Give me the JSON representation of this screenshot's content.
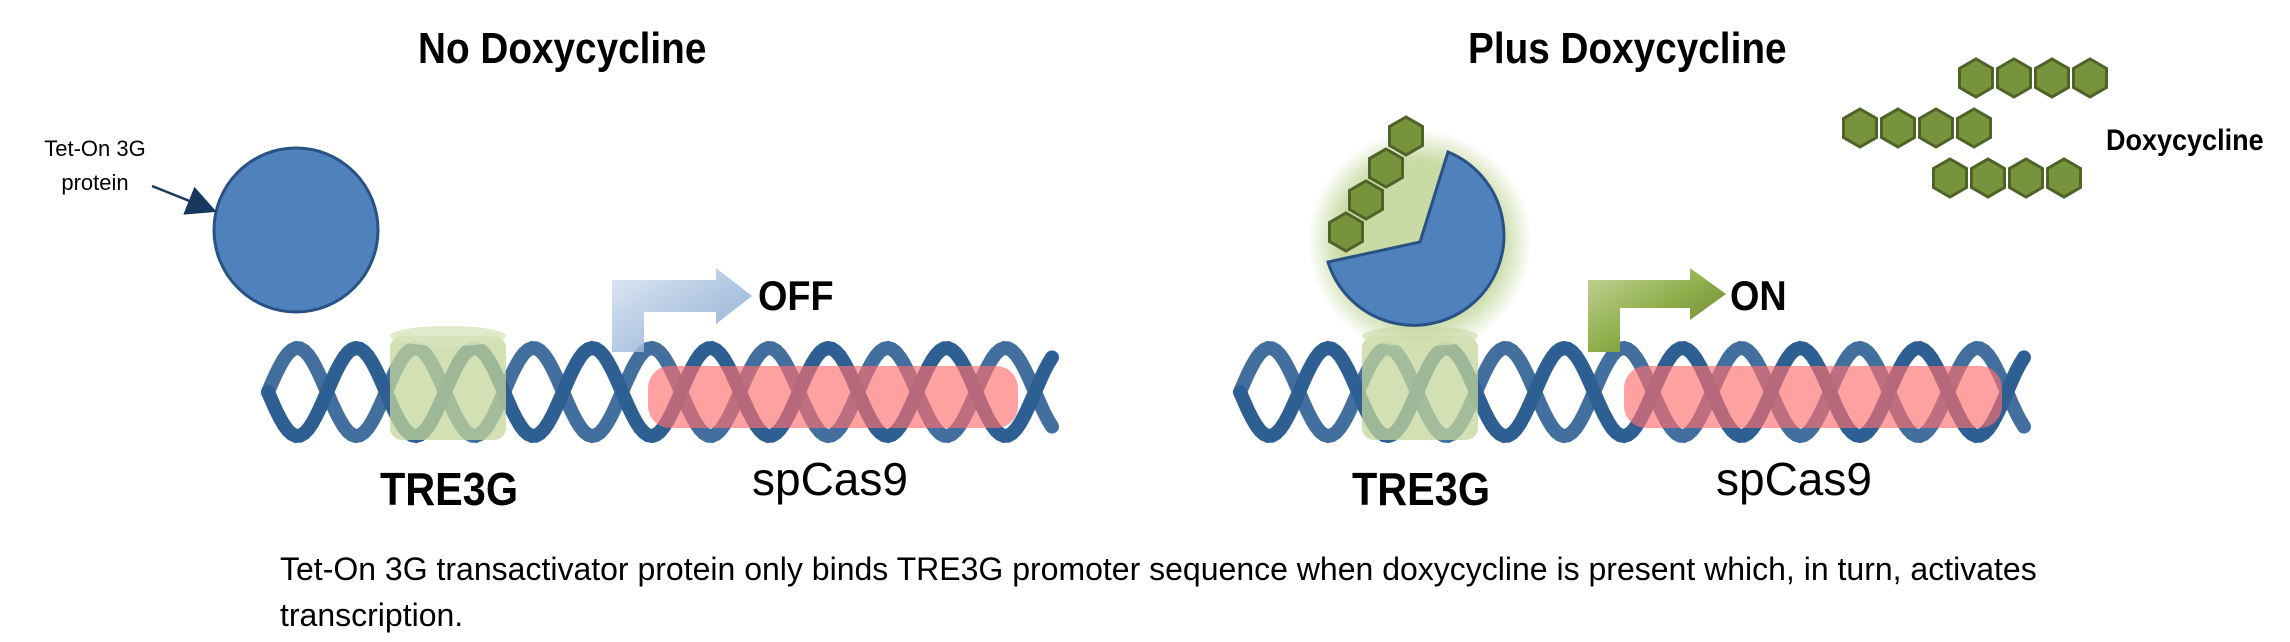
{
  "left_panel": {
    "title": "No Doxycycline",
    "protein_label_line1": "Tet-On 3G",
    "protein_label_line2": "protein",
    "promoter_label": "TRE3G",
    "gene_label": "spCas9",
    "state_label": "OFF"
  },
  "right_panel": {
    "title": "Plus Doxycycline",
    "drug_label": "Doxycycline",
    "promoter_label": "TRE3G",
    "gene_label": "spCas9",
    "state_label": "ON"
  },
  "caption": "Tet-On 3G transactivator protein only binds TRE3G promoter sequence when doxycycline is present which, in turn, activates transcription.",
  "colors": {
    "dna": "#2e5f93",
    "protein": "#4f81bd",
    "protein_border": "#2a5183",
    "promoter_highlight": "#c3d69b",
    "gene_highlight": "#ff7a7a",
    "off_arrow": "#95b3d7",
    "on_arrow": "#77933c",
    "doxycycline": "#77933c",
    "doxycycline_border": "#4f6228"
  }
}
